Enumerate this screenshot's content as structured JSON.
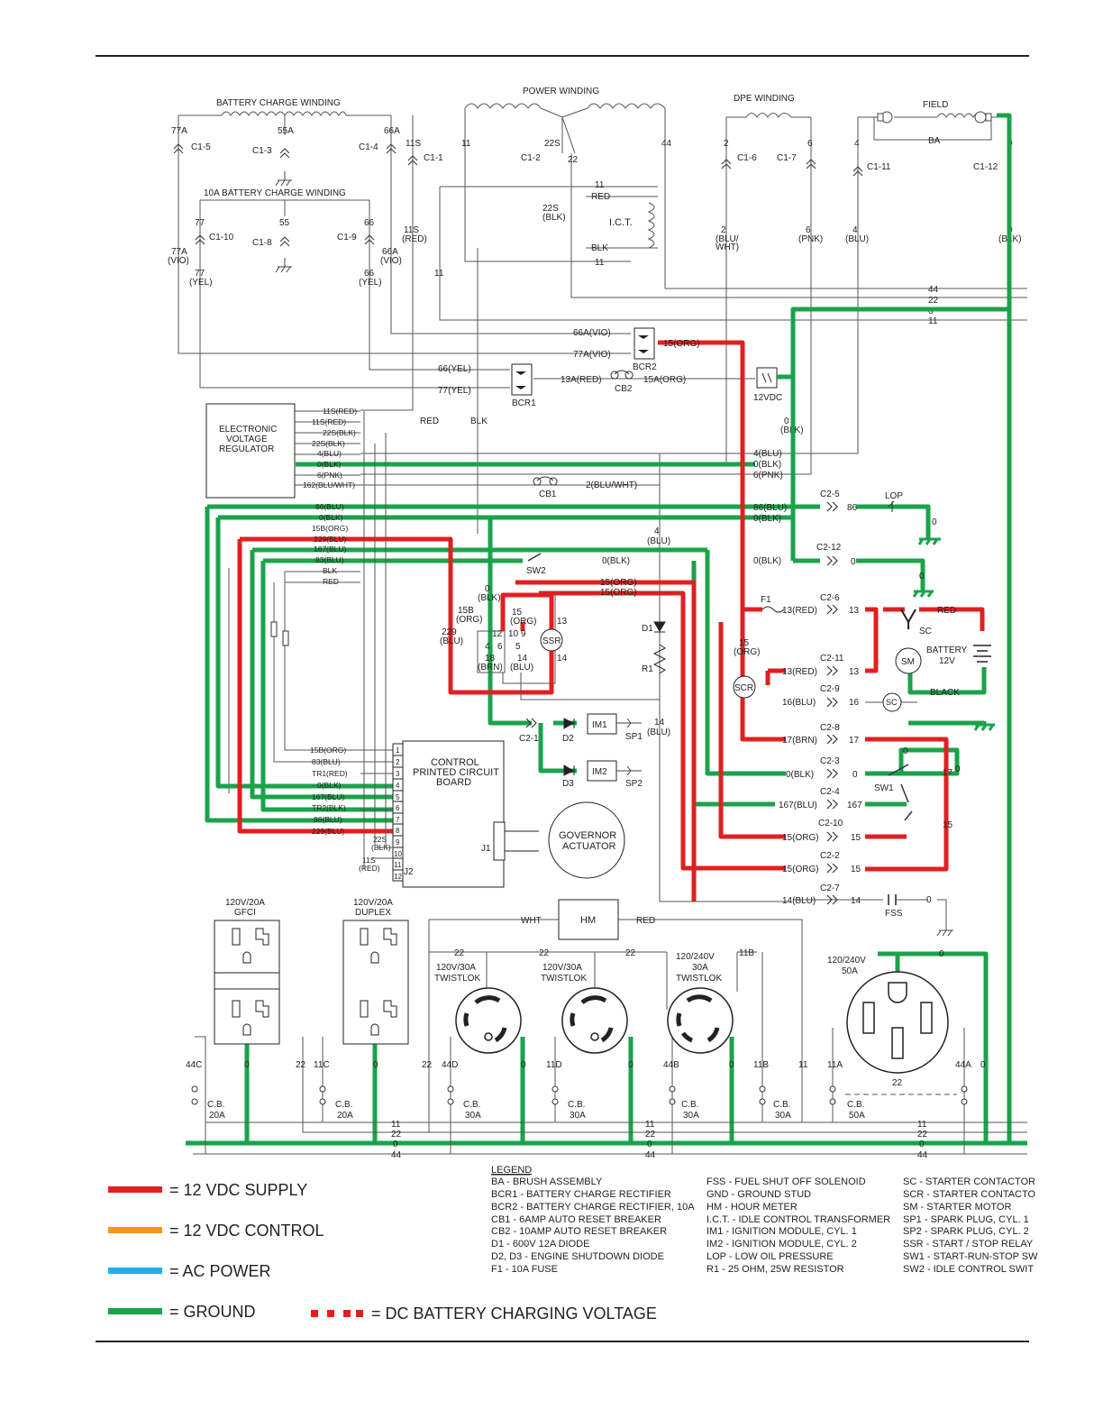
{
  "colors": {
    "supply": "#e02020",
    "control": "#f5961e",
    "ac": "#1eb0e6",
    "ground": "#1aa34a",
    "wire": "#555555"
  },
  "windings": {
    "battery_charge": "BATTERY CHARGE WINDING",
    "power": "POWER WINDING",
    "dpe": "DPE WINDING",
    "field": "FIELD",
    "battery_charge_10a": "10A BATTERY CHARGE WINDING"
  },
  "components": {
    "evr": [
      "ELECTRONIC",
      "VOLTAGE",
      "REGULATOR"
    ],
    "ict": "I.C.T.",
    "bcr1": "BCR1",
    "bcr2": "BCR2",
    "cb1": "CB1",
    "cb2": "CB2",
    "vdc12": "12VDC",
    "ssr": "SSR",
    "scr": "SCR",
    "sm": "SM",
    "sc": "SC",
    "sc_circle": "SC",
    "battery": [
      "BATTERY",
      "12V"
    ],
    "black": "BLACK",
    "red": "RED",
    "lop": "LOP",
    "f1": "F1",
    "d1": "D1",
    "r1": "R1",
    "d2": "D2",
    "d3": "D3",
    "im1": "IM1",
    "im2": "IM2",
    "sp1": "SP1",
    "sp2": "SP2",
    "sw1": "SW1",
    "sw2": "SW2",
    "pcb": [
      "CONTROL",
      "PRINTED CIRCUIT",
      "BOARD"
    ],
    "j1": "J1",
    "j2": "J2",
    "governor": [
      "GOVERNOR",
      "ACTUATOR"
    ],
    "hm": "HM",
    "fss": "FSS",
    "wht": "WHT",
    "hm_red": "RED",
    "ba": "BA"
  },
  "pcb_pins": [
    "1",
    "2",
    "3",
    "4",
    "5",
    "6",
    "7",
    "8",
    "9",
    "10",
    "11",
    "12"
  ],
  "pcb_wires": [
    "15B(ORG)",
    "83(BLU)",
    "TR1(RED)",
    "0(BLK)",
    "167(BLU)",
    "TR2(BLK)",
    "86(BLU)",
    "229(BLU)"
  ],
  "evr_wires": [
    "11S(RED)",
    "11S(RED)",
    "22S(BLK)",
    "22S(BLK)",
    "4(BLU)",
    "0(BLK)",
    "6(PNK)",
    "162(BLU/WHT)"
  ],
  "harness_wires": [
    "86(BLU)",
    "0(BLK)",
    "15B(ORG)",
    "229(BLU)",
    "167(BLU)",
    "83(BLU)",
    "BLK",
    "RED"
  ],
  "right_labels": [
    "4(BLU)",
    "0(BLK)",
    "6(PNK)",
    "86(BLU)",
    "0(BLK)",
    "0(BLK)",
    "0(BLK)"
  ],
  "connectors_right": [
    {
      "c": "C2-5",
      "n": "86"
    },
    {
      "c": "C2-12",
      "n": "0"
    },
    {
      "c": "C2-6",
      "n": "13"
    },
    {
      "c": "C2-11",
      "n": "13"
    },
    {
      "c": "C2-9",
      "n": "16"
    },
    {
      "c": "C2-8",
      "n": "17"
    },
    {
      "c": "C2-3",
      "n": "0"
    },
    {
      "c": "C2-4",
      "n": "167"
    },
    {
      "c": "C2-10",
      "n": "15"
    },
    {
      "c": "C2-2",
      "n": "15"
    },
    {
      "c": "C2-7",
      "n": "14"
    }
  ],
  "connector_wire_labels": [
    "13(RED)",
    "13(RED)",
    "16(BLU)",
    "17(BRN)",
    "0(BLK)",
    "167(BLU)",
    "15(ORG)",
    "15(ORG)",
    "14(BLU)"
  ],
  "outlets": {
    "gfci": [
      "120V/20A",
      "GFCI"
    ],
    "duplex": [
      "120V/20A",
      "DUPLEX"
    ],
    "tl1": [
      "120V/30A",
      "TWISTLOK"
    ],
    "tl2": [
      "120V/30A",
      "TWISTLOK"
    ],
    "tl3": [
      "120/240V",
      "30A",
      "TWISTLOK"
    ],
    "big": [
      "120/240V",
      "50A"
    ]
  },
  "breakers": [
    "C.B.",
    "20A",
    "20A",
    "30A",
    "30A",
    "30A",
    "30A",
    "50A"
  ],
  "bus_labels": [
    "11",
    "22",
    "0",
    "44"
  ],
  "key": [
    {
      "label": "= 12 VDC SUPPLY",
      "color": "#e02020"
    },
    {
      "label": "= 12 VDC CONTROL",
      "color": "#f5961e"
    },
    {
      "label": "= AC POWER",
      "color": "#1eb0e6"
    },
    {
      "label": "= GROUND",
      "color": "#1aa34a"
    }
  ],
  "key_dashed": "= DC BATTERY CHARGING VOLTAGE",
  "legend_title": "LEGEND",
  "legend_col1": [
    "BA - BRUSH ASSEMBLY",
    "BCR1 - BATTERY CHARGE RECTIFIER",
    "BCR2 - BATTERY CHARGE RECTIFIER, 10A",
    "CB1 - 6AMP AUTO RESET BREAKER",
    "CB2 - 10AMP AUTO RESET BREAKER",
    "D1 - 600V 12A DIODE",
    "D2, D3 - ENGINE SHUTDOWN DIODE",
    "F1 - 10A FUSE"
  ],
  "legend_col2": [
    "FSS - FUEL SHUT OFF SOLENOID",
    "GND - GROUND STUD",
    "HM - HOUR METER",
    "I.C.T. - IDLE CONTROL TRANSFORMER",
    "IM1 - IGNITION MODULE, CYL. 1",
    "IM2 - IGNITION MODULE, CYL. 2",
    "LOP - LOW OIL PRESSURE",
    "R1 - 25 OHM, 25W RESISTOR"
  ],
  "legend_col3": [
    "SC - STARTER CONTACTOR",
    "SCR - STARTER CONTACTO",
    "SM - STARTER MOTOR",
    "SP1 - SPARK PLUG, CYL. 1",
    "SP2 - SPARK PLUG, CYL. 2",
    "SSR - START / STOP RELAY",
    "SW1 - START-RUN-STOP SW",
    "SW2 - IDLE CONTROL SWIT"
  ]
}
